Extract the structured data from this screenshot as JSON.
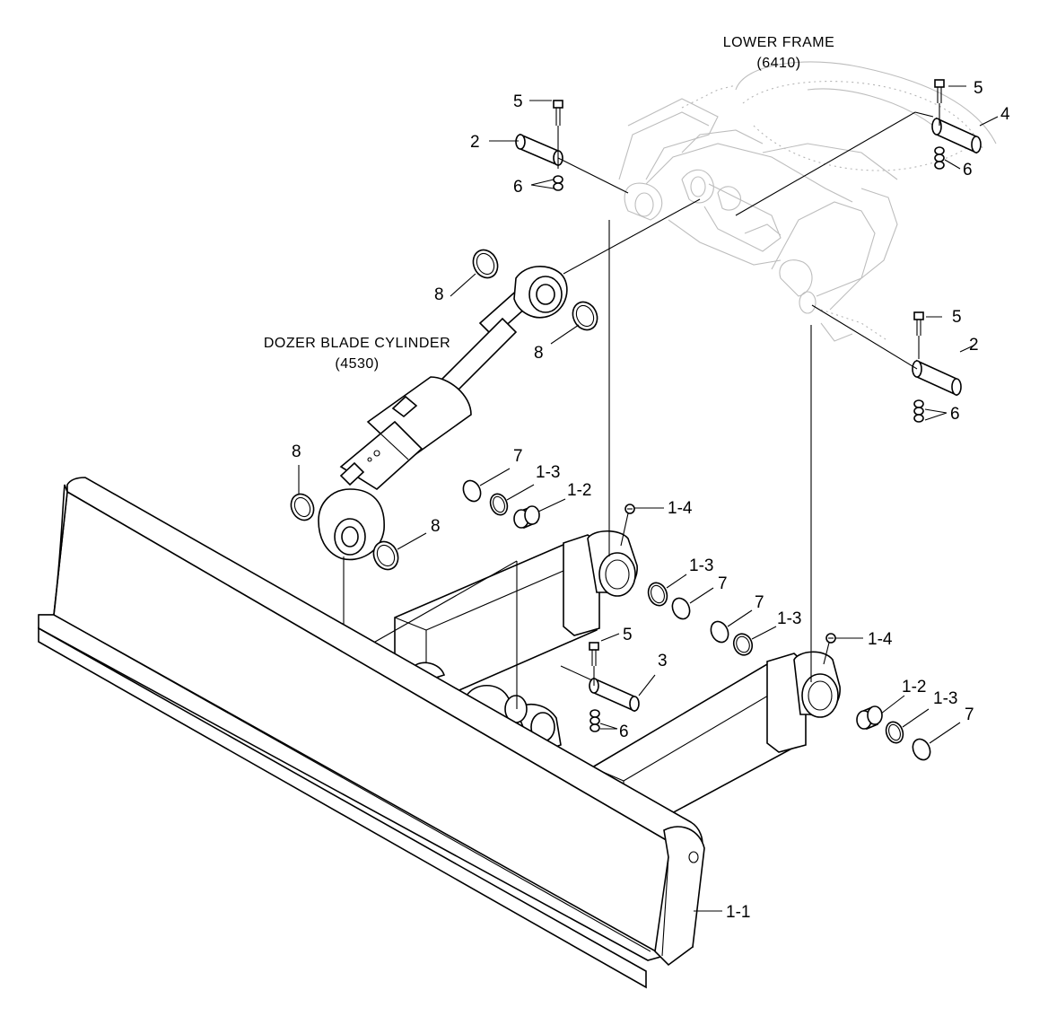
{
  "titles": {
    "lower_frame": "LOWER FRAME",
    "lower_frame_ref": "(6410)",
    "cylinder": "DOZER BLADE CYLINDER",
    "cylinder_ref": "(4530)"
  },
  "callouts": {
    "c5a": "5",
    "c2a": "2",
    "c6a": "6",
    "c5b": "5",
    "c4": "4",
    "c6b": "6",
    "c8a": "8",
    "c8b": "8",
    "c5c": "5",
    "c2b": "2",
    "c6c": "6",
    "c8c": "8",
    "c8d": "8",
    "c7a": "7",
    "c13a": "1-3",
    "c12a": "1-2",
    "c14a": "1-4",
    "c13b": "1-3",
    "c7b": "7",
    "c7c": "7",
    "c13c": "1-3",
    "c14b": "1-4",
    "c5d": "5",
    "c3": "3",
    "c6d": "6",
    "c12b": "1-2",
    "c13d": "1-3",
    "c7d": "7",
    "c11": "1-1"
  }
}
